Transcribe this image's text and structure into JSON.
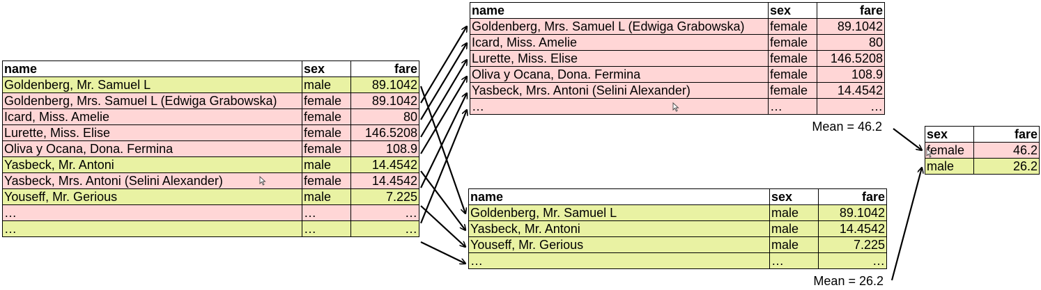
{
  "headers": {
    "name": "name",
    "sex": "sex",
    "fare": "fare"
  },
  "ellipsis": "…",
  "source_table": {
    "rows": [
      {
        "name": "Goldenberg, Mr. Samuel L",
        "sex": "male",
        "fare": "89.1042"
      },
      {
        "name": "Goldenberg, Mrs. Samuel L (Edwiga Grabowska)",
        "sex": "female",
        "fare": "89.1042"
      },
      {
        "name": "Icard, Miss. Amelie",
        "sex": "female",
        "fare": "80"
      },
      {
        "name": "Lurette, Miss. Elise",
        "sex": "female",
        "fare": "146.5208"
      },
      {
        "name": "Oliva y Ocana, Dona. Fermina",
        "sex": "female",
        "fare": "108.9"
      },
      {
        "name": "Yasbeck, Mr. Antoni",
        "sex": "male",
        "fare": "14.4542"
      },
      {
        "name": "Yasbeck, Mrs. Antoni (Selini Alexander)",
        "sex": "female",
        "fare": "14.4542"
      },
      {
        "name": "Youseff, Mr. Gerious",
        "sex": "male",
        "fare": "7.225"
      },
      {
        "name": "…",
        "sex": "…",
        "fare": "…",
        "group": "female"
      },
      {
        "name": "…",
        "sex": "…",
        "fare": "…",
        "group": "male"
      }
    ]
  },
  "female_group": {
    "rows": [
      {
        "name": "Goldenberg, Mrs. Samuel L (Edwiga Grabowska)",
        "sex": "female",
        "fare": "89.1042"
      },
      {
        "name": "Icard, Miss. Amelie",
        "sex": "female",
        "fare": "80"
      },
      {
        "name": "Lurette, Miss. Elise",
        "sex": "female",
        "fare": "146.5208"
      },
      {
        "name": "Oliva y Ocana, Dona. Fermina",
        "sex": "female",
        "fare": "108.9"
      },
      {
        "name": "Yasbeck, Mrs. Antoni (Selini Alexander)",
        "sex": "female",
        "fare": "14.4542"
      },
      {
        "name": "…",
        "sex": "…",
        "fare": "…",
        "group": "female"
      }
    ],
    "mean_label": "Mean = 46.2"
  },
  "male_group": {
    "rows": [
      {
        "name": "Goldenberg, Mr. Samuel L",
        "sex": "male",
        "fare": "89.1042"
      },
      {
        "name": "Yasbeck, Mr. Antoni",
        "sex": "male",
        "fare": "14.4542"
      },
      {
        "name": "Youseff, Mr. Gerious",
        "sex": "male",
        "fare": "7.225"
      },
      {
        "name": "…",
        "sex": "…",
        "fare": "…",
        "group": "male"
      }
    ],
    "mean_label": "Mean = 26.2"
  },
  "result_table": {
    "rows": [
      {
        "sex": "female",
        "fare": "46.2"
      },
      {
        "sex": "male",
        "fare": "26.2"
      }
    ]
  },
  "colors": {
    "female": "#ffd6d6",
    "male": "#e9f2a3",
    "border": "#000000"
  }
}
